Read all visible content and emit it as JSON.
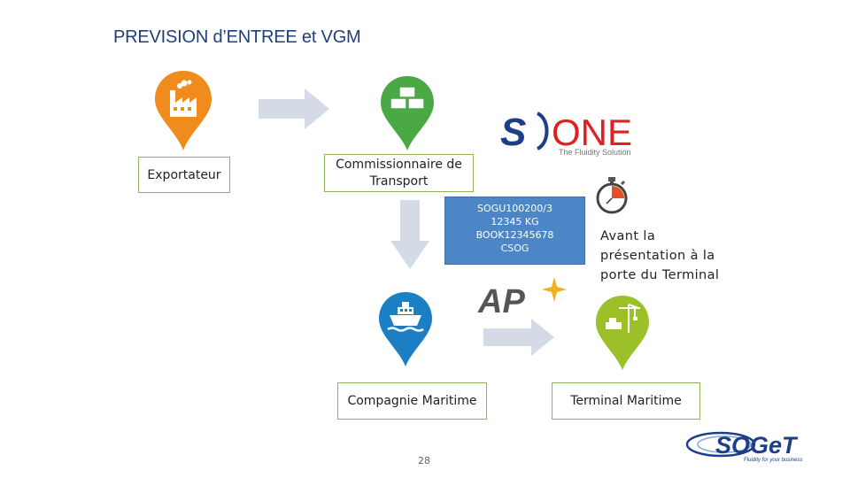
{
  "title": "PREVISION d’ENTREE et VGM",
  "nodes": {
    "exporter": {
      "label": "Exportateur",
      "icon": "factory-pin-icon",
      "color": "#f08c1c"
    },
    "forwarder": {
      "label_line1": "Commissionnaire de",
      "label_line2": "Transport",
      "icon": "containers-pin-icon",
      "color": "#4aa845"
    },
    "shipping_line": {
      "label": "Compagnie Maritime",
      "icon": "ship-pin-icon",
      "color": "#1c7fc4"
    },
    "terminal": {
      "label": "Terminal Maritime",
      "icon": "port-crane-pin-icon",
      "color": "#9bc028"
    }
  },
  "info_box": {
    "lines": [
      "SOGU100200/3",
      "12345 KG",
      "BOOK12345678",
      "CSOG"
    ]
  },
  "note": {
    "lines": [
      "Avant la",
      "présentation à la",
      "porte du Terminal"
    ]
  },
  "logos": {
    "sone": {
      "s": "S",
      "brand": "ONE",
      "tagline": "The Fluidity Solution"
    },
    "ap": {
      "text": "AP"
    },
    "soget": {
      "brand": "SOGeT",
      "tagline": "Fluidity for your business"
    }
  },
  "page_number": "28"
}
